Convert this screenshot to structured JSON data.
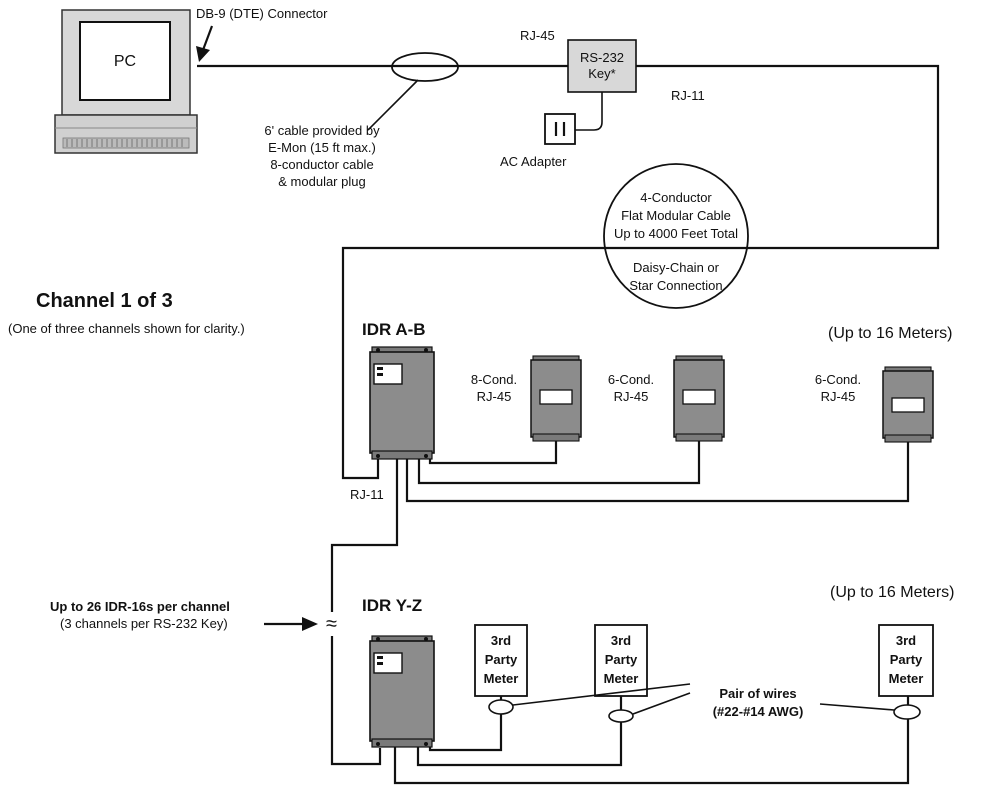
{
  "pc": {
    "screen_label": "PC",
    "connector_label": "DB-9 (DTE) Connector"
  },
  "rs232": {
    "label_line1": "RS-232",
    "label_line2": "Key*",
    "rj45_label": "RJ-45",
    "rj11_label": "RJ-11"
  },
  "ac_adapter": {
    "label": "AC Adapter"
  },
  "cable_note": {
    "line1": "6' cable provided by",
    "line2": "E-Mon (15 ft max.)",
    "line3": "8-conductor cable",
    "line4": "& modular plug"
  },
  "circle_note": {
    "line1": "4-Conductor",
    "line2": "Flat Modular Cable",
    "line3": "Up to 4000 Feet Total",
    "line4": "Daisy-Chain or",
    "line5": "Star Connection"
  },
  "channel": {
    "title": "Channel 1 of 3",
    "subtitle": "(One of three channels shown for clarity.)"
  },
  "idr_ab": {
    "title": "IDR A-B",
    "up_to": "(Up to 16 Meters)",
    "rj11_label": "RJ-11",
    "meters": [
      {
        "label_line1": "8-Cond.",
        "label_line2": "RJ-45"
      },
      {
        "label_line1": "6-Cond.",
        "label_line2": "RJ-45"
      },
      {
        "label_line1": "6-Cond.",
        "label_line2": "RJ-45"
      }
    ]
  },
  "idr_yz": {
    "title": "IDR Y-Z",
    "up_to": "(Up to 16 Meters)",
    "meters": [
      {
        "line1": "3rd",
        "line2": "Party",
        "line3": "Meter"
      },
      {
        "line1": "3rd",
        "line2": "Party",
        "line3": "Meter"
      },
      {
        "line1": "3rd",
        "line2": "Party",
        "line3": "Meter"
      }
    ],
    "wires_line1": "Pair of wires",
    "wires_line2": "(#22-#14 AWG)"
  },
  "idr_count": {
    "line1": "Up to 26 IDR-16s per channel",
    "line2": "(3 channels per RS-232 Key)",
    "break_symbol": "≈"
  }
}
